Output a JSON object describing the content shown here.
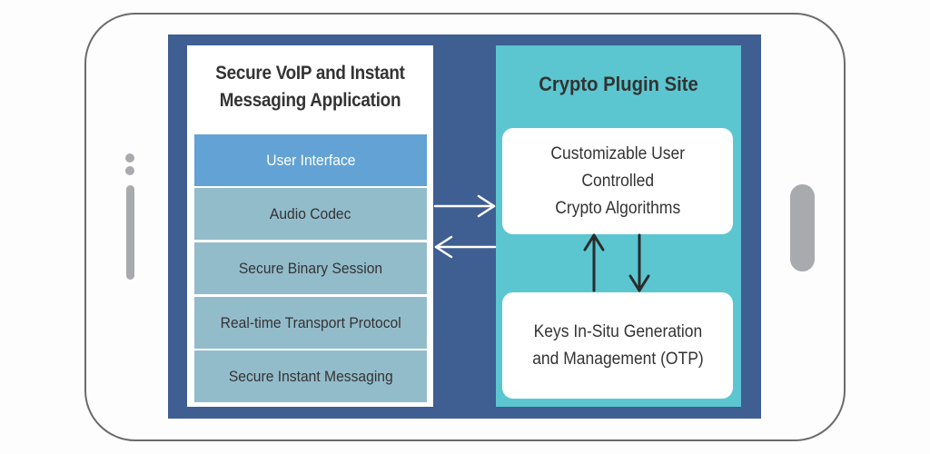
{
  "left_panel": {
    "title_line1": "Secure VoIP and Instant",
    "title_line2": "Messaging Application",
    "layers": [
      {
        "label": "User Interface"
      },
      {
        "label": "Audio Codec"
      },
      {
        "label": "Secure Binary Session"
      },
      {
        "label": "Real-time Transport Protocol"
      },
      {
        "label": "Secure Instant Messaging"
      }
    ]
  },
  "right_panel": {
    "title": "Crypto Plugin Site",
    "top_card": {
      "line1": "Customizable User",
      "line2": "Controlled",
      "line3": "Crypto Algorithms"
    },
    "bottom_card": {
      "line1": "Keys In-Situ Generation",
      "line2": "and Management (OTP)"
    }
  },
  "colors": {
    "screen": "#3f5e92",
    "ui_layer": "#62a2d4",
    "stack_layer": "#93bccb",
    "crypto_panel": "#5bc6d0"
  }
}
